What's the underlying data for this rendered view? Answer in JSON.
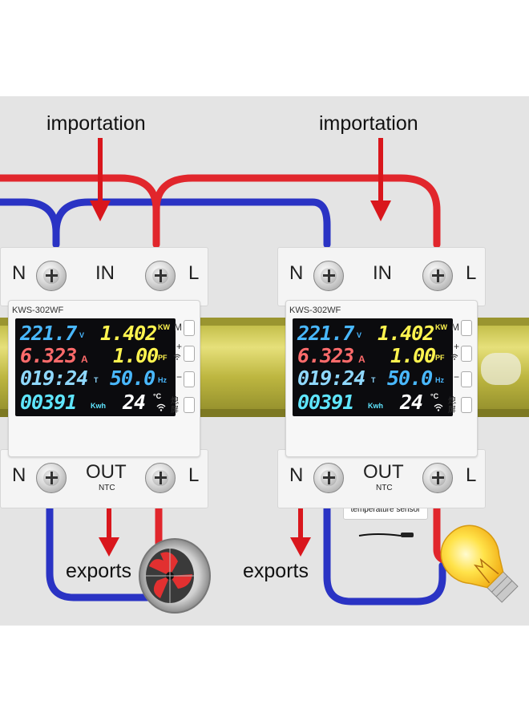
{
  "labels": {
    "input_left": "importation",
    "input_right": "importation",
    "output_left": "exports",
    "output_right": "exports",
    "sensor": "temperature sensor"
  },
  "devices": [
    {
      "model": "KWS-302WF",
      "top_left": "N",
      "top_mid": "IN",
      "top_right": "L",
      "bot_left": "N",
      "bot_mid": "OUT",
      "bot_sub": "NTC",
      "bot_right": "L",
      "readings": {
        "voltage": "221.7",
        "voltage_unit": "V",
        "power": "1.402",
        "power_unit": "KW",
        "current": "6.323",
        "current_unit": "A",
        "pf": "1.00",
        "pf_unit": "PF",
        "time": "019:24",
        "time_unit": "T",
        "freq": "50.0",
        "freq_unit": "Hz",
        "energy": "00391",
        "energy_unit": "Kwh",
        "temp": "24",
        "temp_unit": "°C"
      },
      "buttons": [
        "M",
        "+",
        "−",
        "熄屏"
      ]
    },
    {
      "model": "KWS-302WF",
      "top_left": "N",
      "top_mid": "IN",
      "top_right": "L",
      "bot_left": "N",
      "bot_mid": "OUT",
      "bot_sub": "NTC",
      "bot_right": "L",
      "readings": {
        "voltage": "221.7",
        "voltage_unit": "V",
        "power": "1.402",
        "power_unit": "KW",
        "current": "6.323",
        "current_unit": "A",
        "pf": "1.00",
        "pf_unit": "PF",
        "time": "019:24",
        "time_unit": "T",
        "freq": "50.0",
        "freq_unit": "Hz",
        "energy": "00391",
        "energy_unit": "Kwh",
        "temp": "24",
        "temp_unit": "°C"
      },
      "buttons": [
        "M",
        "+",
        "−",
        "熄屏"
      ]
    }
  ],
  "colors": {
    "live_wire": "#e1262c",
    "neutral_wire": "#2a33c4",
    "arrow": "#d9161c",
    "rail": "#c8c24a",
    "background": "#e6e6e6",
    "lcd_voltage": "#49b8ff",
    "lcd_power": "#fff44f",
    "lcd_current": "#ff6b6b",
    "lcd_cyan": "#5fe6ff"
  },
  "icons": [
    "wifi-icon",
    "fan-icon",
    "light-bulb-icon",
    "screw-icon"
  ]
}
